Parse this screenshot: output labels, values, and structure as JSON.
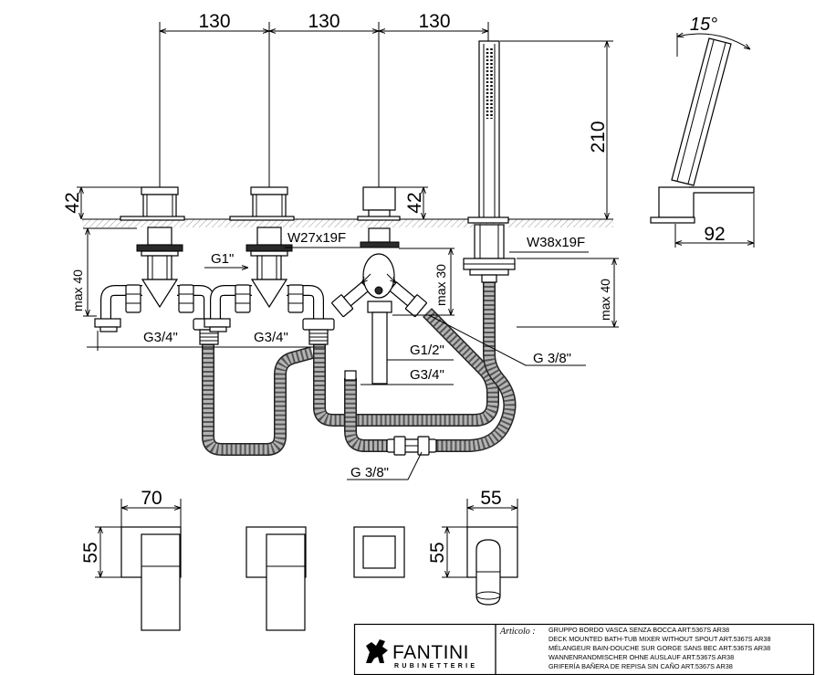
{
  "dimensions": {
    "spacing_1": "130",
    "spacing_2": "130",
    "spacing_3": "130",
    "tilt_angle": "15°",
    "handshower_height": "210",
    "handle_height_left": "42",
    "handle_height_diverter": "42",
    "side_depth": "92",
    "max_depth_left": "max 40",
    "max_depth_diverter": "max 30",
    "max_depth_right": "max 40",
    "handle_plate_width": "70",
    "handle_plate_height": "55",
    "shower_plate_width": "55",
    "shower_plate_height": "55"
  },
  "connections": {
    "valve_thread": "W27x19F",
    "shower_thread": "W38x19F",
    "inlet_thread": "G1\"",
    "outlet_left": "G3/4\"",
    "outlet_mid": "G3/4\"",
    "diverter_inlet": "G1/2\"",
    "diverter_outlet": "G3/4\"",
    "hose_fitting_right": "G 3/8\"",
    "hose_fitting_bottom": "G 3/8\""
  },
  "title_block": {
    "brand": "FANTINI",
    "brand_tagline": "RUBINETTERIE",
    "article_label": "Articolo :",
    "descriptions": [
      "GRUPPO BORDO VASCA SENZA BOCCA ART.5367S AR38",
      "DECK MOUNTED BATH-TUB MIXER WITHOUT SPOUT ART.5367S AR38",
      "MÉLANGEUR BAIN-DOUCHE SUR GORGE SANS BEC ART.5367S AR38",
      "WANNENRANDMISCHER OHNE AUSLAUF ART.5367S AR38",
      "GRIFERÍA BAÑERA DE REPISA SIN CAÑO ART.5367S AR38"
    ]
  }
}
